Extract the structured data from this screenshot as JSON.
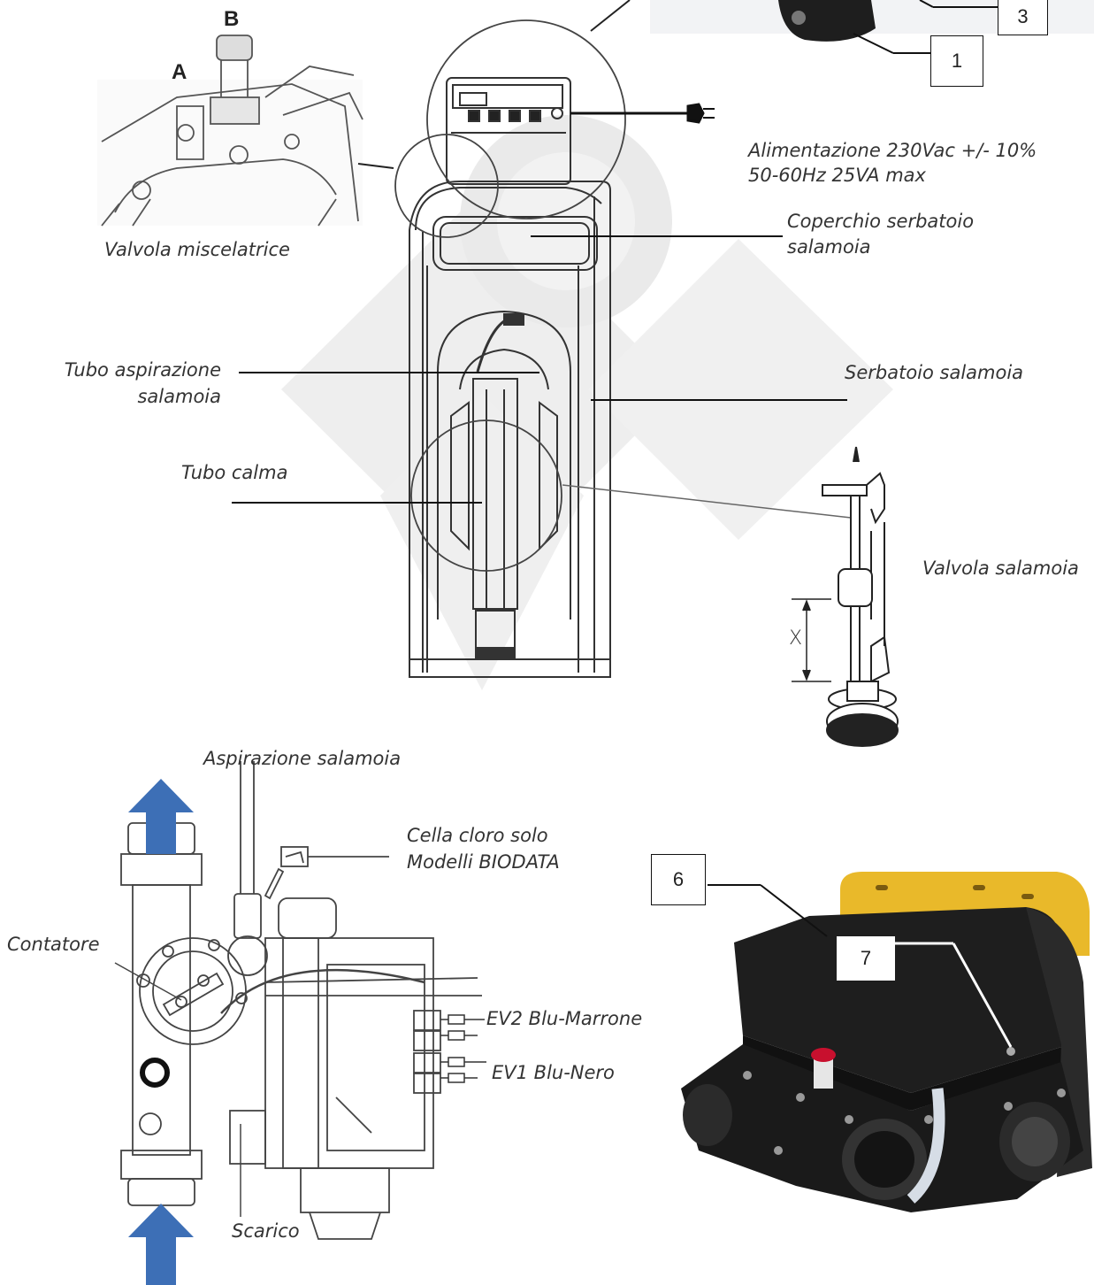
{
  "labels": {
    "alimentazione_1": "Alimentazione 230Vac +/- 10%",
    "alimentazione_2": "50-60Hz 25VA max",
    "valvola_miscelatrice": "Valvola miscelatrice",
    "coperchio_1": "Coperchio serbatoio",
    "coperchio_2": "salamoia",
    "tubo_aspirazione_1": "Tubo aspirazione",
    "tubo_aspirazione_2": "salamoia",
    "serbatoio_salamoia": "Serbatoio salamoia",
    "tubo_calma": "Tubo calma",
    "valvola_salamoia": "Valvola salamoia",
    "aspirazione_salamoia": "Aspirazione salamoia",
    "cella_cloro_1": "Cella cloro solo",
    "cella_cloro_2": "Modelli BIODATA",
    "contatore": "Contatore",
    "ev2": "EV2 Blu-Marrone",
    "ev1": "EV1 Blu-Nero",
    "scarico": "Scarico"
  },
  "callouts": {
    "n1": "1",
    "n3": "3",
    "n6": "6",
    "n7": "7"
  },
  "valve_letters": {
    "a": "A",
    "b": "B"
  },
  "dimension_label": "X",
  "icons": {
    "flow_arrow": "arrow-up-icon",
    "power_plug": "plug-icon"
  },
  "colors": {
    "arrow_blue": "#3d6fb6",
    "cover_yellow": "#e9b92a",
    "housing_black": "#1c1c1c",
    "watermark": "#eeeeee"
  }
}
